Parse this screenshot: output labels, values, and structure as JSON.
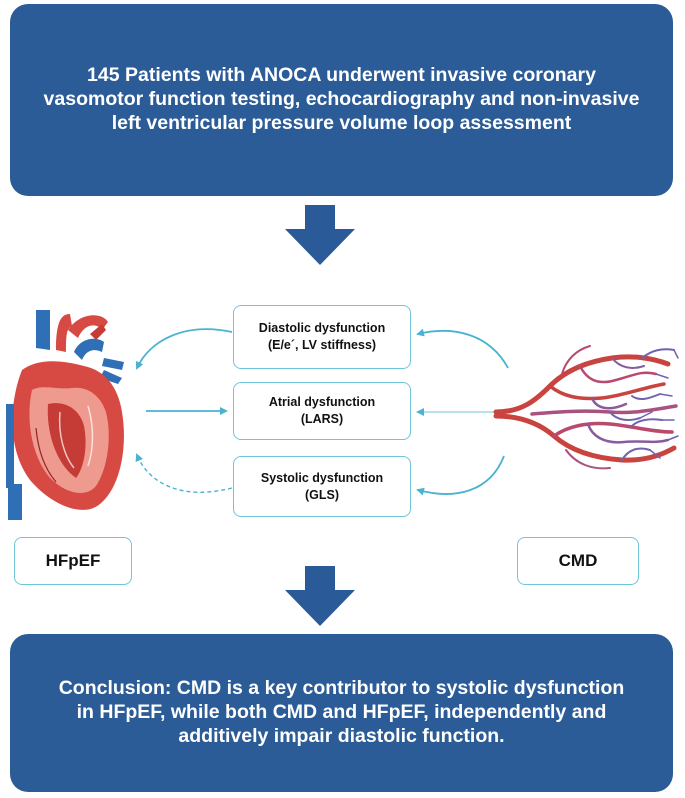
{
  "top_box": {
    "text": "145 Patients with ANOCA underwent invasive coronary vasomotor function testing, echocardiography and non-invasive left ventricular pressure volume loop assessment"
  },
  "center_boxes": [
    {
      "line1": "Diastolic dysfunction",
      "line2": "(E/e´, LV stiffness)"
    },
    {
      "line1": "Atrial dysfunction",
      "line2": "(LARS)"
    },
    {
      "line1": "Systolic dysfunction",
      "line2": "(GLS)"
    }
  ],
  "left_label": "HFpEF",
  "right_label": "CMD",
  "bottom_box": {
    "text": "Conclusion: CMD is a key contributor to systolic dysfunction in HFpEF, while both CMD and HFpEF, independently and additively impair diastolic function."
  },
  "colors": {
    "box_blue": "#2b5c97",
    "arrow_blue": "#2a5b98",
    "connector_teal": "#49b3d0",
    "outline_teal": "#6fc6d8"
  },
  "icons": {
    "left_image": "heart-illustration",
    "right_image": "blood-vessel-network-illustration"
  }
}
